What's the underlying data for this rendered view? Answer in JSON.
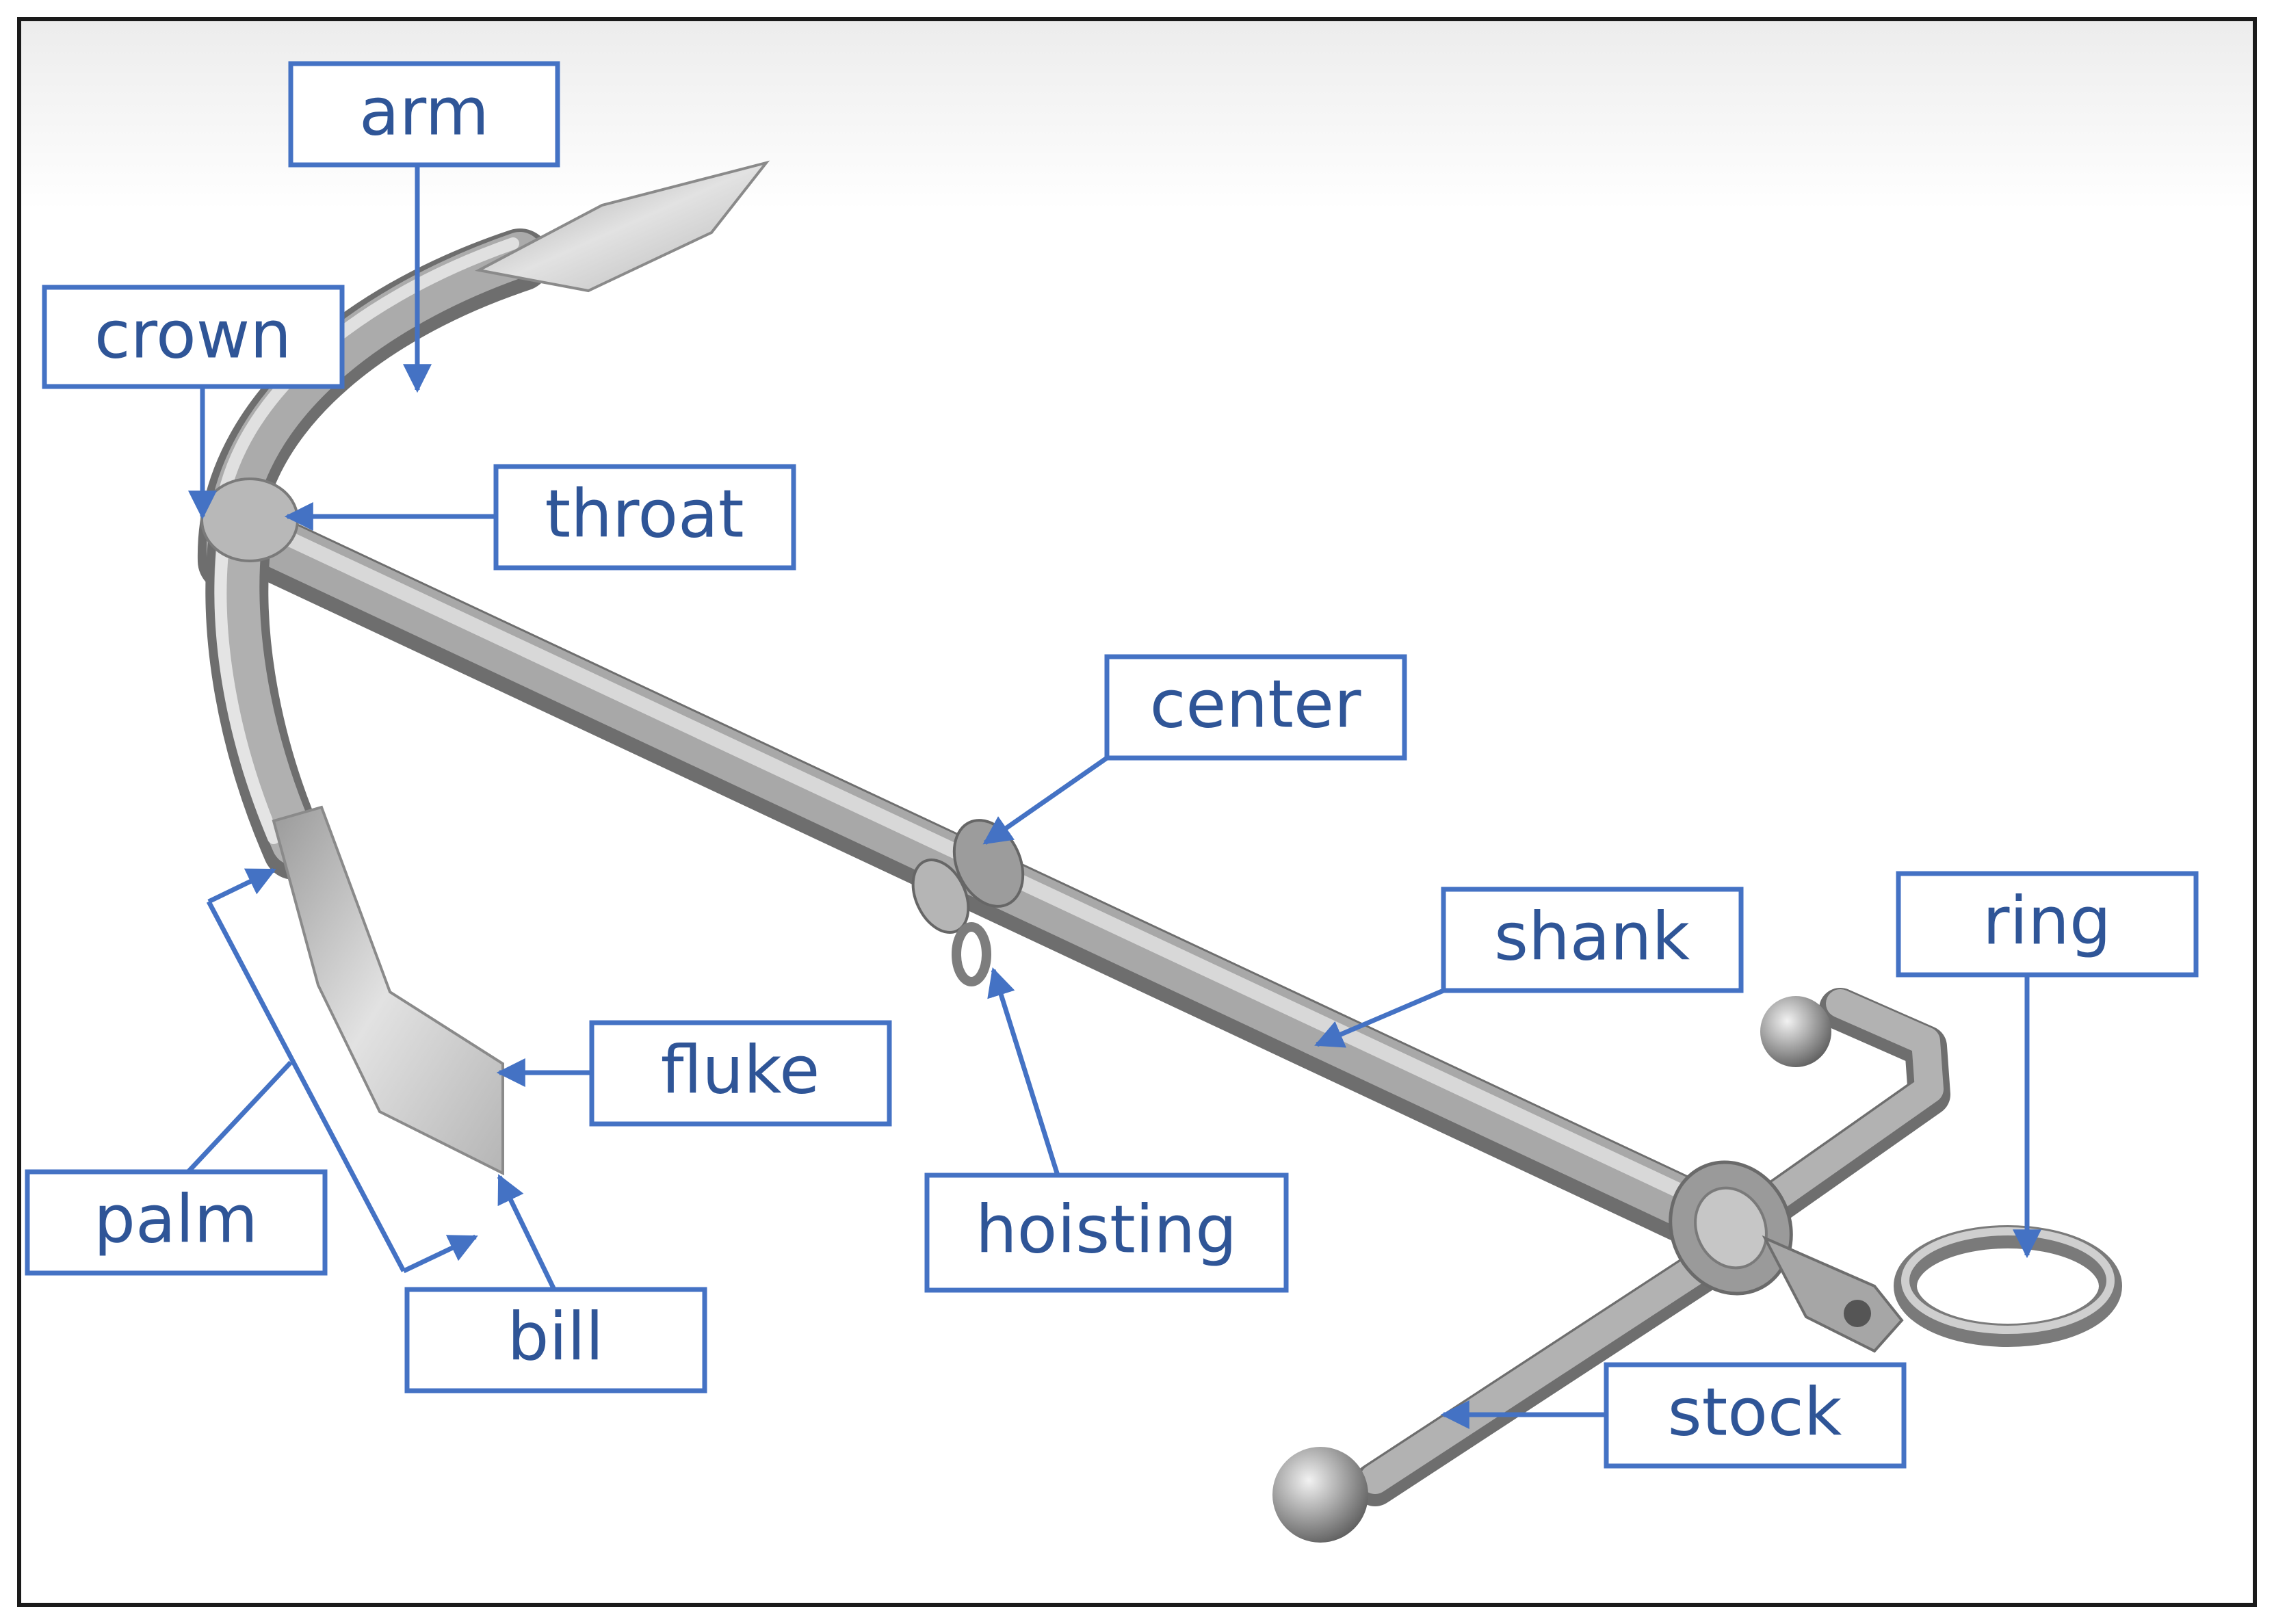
{
  "labels": {
    "arm": "arm",
    "crown": "crown",
    "throat": "throat",
    "center": "center",
    "shank": "shank",
    "ring": "ring",
    "fluke": "fluke",
    "palm": "palm",
    "bill": "bill",
    "hoisting": "hoisting",
    "stock": "stock"
  },
  "colors": {
    "label_border": "#4472C4",
    "label_text": "#2F5597",
    "frame": "#1a1a1a"
  }
}
